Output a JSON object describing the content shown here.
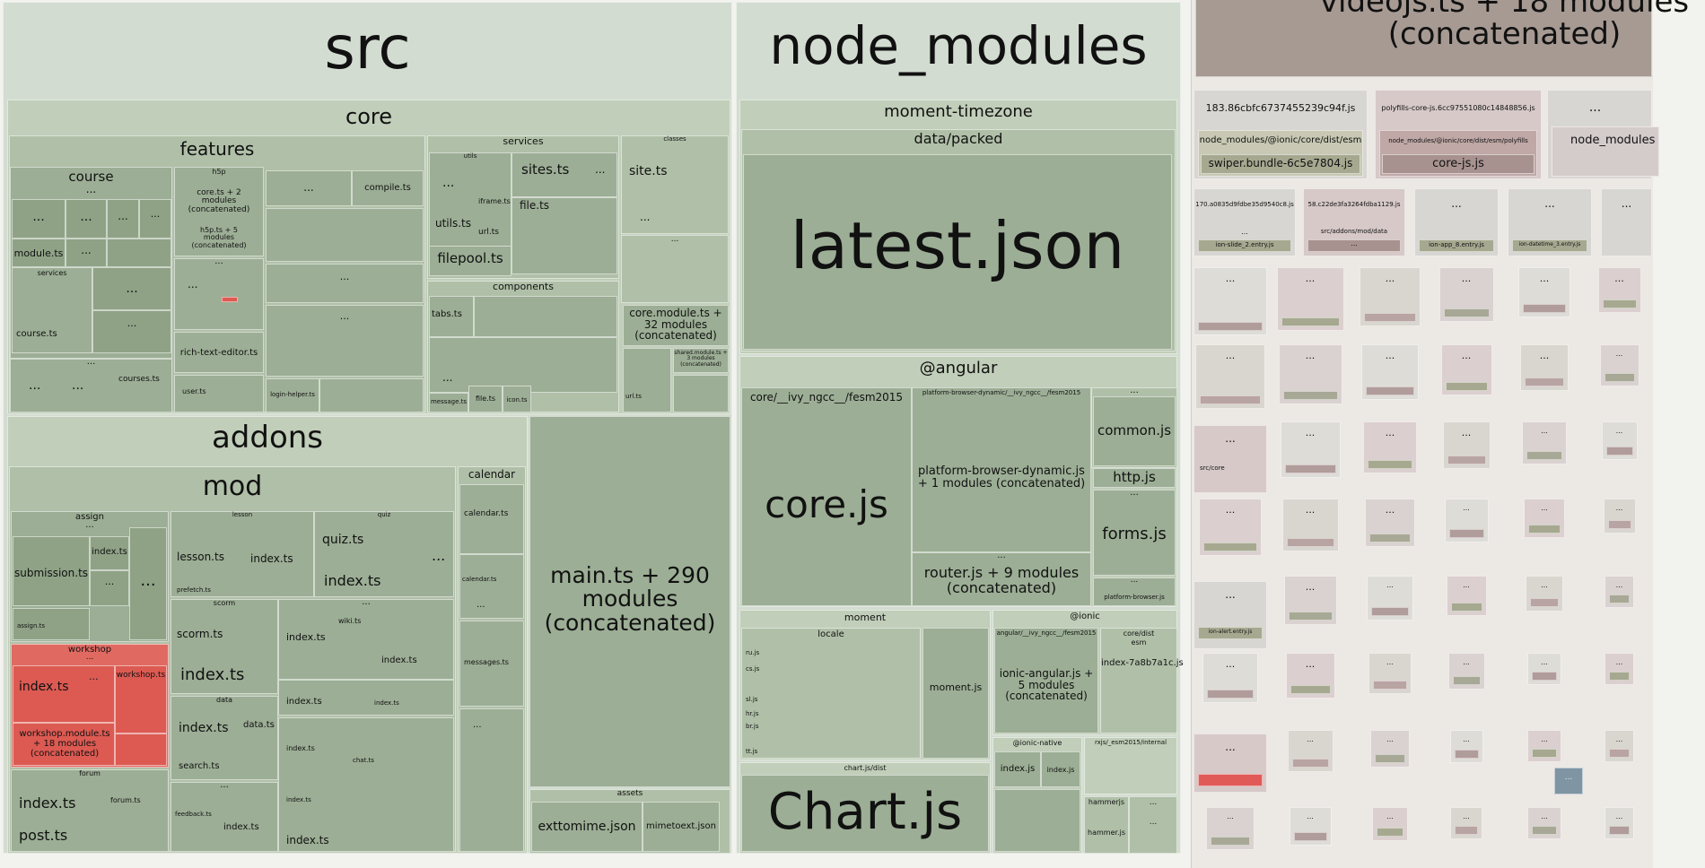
{
  "toggle": {
    "icon": "chevron-right-icon",
    "glyph": ">"
  },
  "src": {
    "title": "src",
    "core": {
      "title": "core",
      "features": {
        "title": "features",
        "course": "course",
        "h5p": "h5p",
        "core_ts": "core.ts + 2 modules (concatenated)",
        "h5p_ts": "h5p.ts + 5 modules (concatenated)",
        "compile": "compile.ts",
        "module": "module.ts",
        "services": "services",
        "course_ts": "course.ts",
        "courses_ts": "courses.ts",
        "rich_text": "rich-text-editor.ts",
        "user": "user.ts",
        "login_helper": "login-helper.ts"
      },
      "services": {
        "title": "services",
        "utils": "utils",
        "utils_ts": "utils.ts",
        "iframe": "iframe.ts",
        "url": "url.ts",
        "sites": "sites.ts",
        "file": "file.ts",
        "filepool": "filepool.ts"
      },
      "classes": {
        "title": "classes",
        "site": "site.ts"
      },
      "components": {
        "title": "components",
        "tabs": "tabs.ts",
        "message": "message.ts",
        "file": "file.ts",
        "icon": "icon.ts"
      },
      "core_module": "core.module.ts + 32 modules (concatenated)",
      "shared_module": "shared.module.ts + 3 modules (concatenated)",
      "url": "url.ts"
    },
    "addons": {
      "title": "addons",
      "mod": {
        "title": "mod",
        "assign": "assign",
        "submission": "submission.ts",
        "index": "index.ts",
        "assign_ts": "assign.ts",
        "lesson": "lesson",
        "lesson_ts": "lesson.ts",
        "prefetch": "prefetch.ts",
        "quiz": "quiz",
        "quiz_ts": "quiz.ts",
        "workshop": "workshop",
        "workshop_ts": "workshop.ts",
        "workshop_module": "workshop.module.ts + 18 modules (concatenated)",
        "scorm": "scorm",
        "scorm_ts": "scorm.ts",
        "wiki": "wiki.ts",
        "data": "data",
        "data_ts": "data.ts",
        "search": "search.ts",
        "forum": "forum",
        "forum_ts": "forum.ts",
        "post": "post.ts",
        "feedback": "feedback.ts",
        "chat": "chat.ts"
      },
      "calendar": {
        "title": "calendar",
        "calendar_ts": "calendar.ts",
        "messages": "messages.ts"
      }
    },
    "main": "main.ts + 290 modules (concatenated)",
    "assets": {
      "title": "assets",
      "exttomime": "exttomime.json",
      "mimetoext": "mimetoext.json"
    }
  },
  "node_modules": {
    "title": "node_modules",
    "moment_timezone": {
      "title": "moment-timezone",
      "packed": "data/packed",
      "latest": "latest.json"
    },
    "angular": {
      "title": "@angular",
      "core_path": "core/__ivy_ngcc__/fesm2015",
      "core_js": "core.js",
      "pbd_path": "platform-browser-dynamic/__ivy_ngcc__/fesm2015",
      "pbd": "platform-browser-dynamic.js + 1 modules (concatenated)",
      "router": "router.js + 9 modules (concatenated)",
      "common": "common.js",
      "http": "http.js",
      "forms": "forms.js",
      "platform_browser": "platform-browser.js"
    },
    "moment": {
      "title": "moment",
      "locale": "locale",
      "moment_js": "moment.js",
      "locales": [
        "ru.js",
        "cs.js",
        "sl.js",
        "hr.js",
        "br.js",
        "tt.js"
      ]
    },
    "ionic": {
      "title": "@ionic",
      "path1": "angular/__ivy_ngcc__/fesm2015",
      "ionic_angular": "ionic-angular.js + 5 modules (concatenated)",
      "core_dist": "core/dist",
      "esm": "esm",
      "index_hash": "index-7a8b7a1c.js"
    },
    "chart": {
      "path": "chart.js/dist",
      "file": "Chart.js"
    },
    "ionic_native": {
      "title": "@ionic-native",
      "index": "index.js"
    },
    "rxjs": "rxjs/_esm2015/internal",
    "hammer": {
      "title": "hammerjs",
      "file": "hammer.js"
    }
  },
  "chunks": {
    "videojs": "videojs.ts + 18 modules (concatenated)",
    "c1_name": "183.86cbfc6737455239c94f.js",
    "c1_path": "node_modules/@ionic/core/dist/esm",
    "c1_file": "swiper.bundle-6c5e7804.js",
    "c2_name": "polyfills-core-js.6cc97551080c14848856.js",
    "c2_path": "node_modules/@ionic/core/dist/esm/polyfills",
    "c2_file": "core-js.js",
    "c3_name": "node_modules",
    "r2a_name": "170.a0835d9fdbe35d9540c8.js",
    "r2a_file": "ion-slide_2.entry.js",
    "r2b_name": "58.c22de3fa3264fdba1129.js",
    "r2b_path": "src/addons/mod/data",
    "r2c_file": "ion-app_8.entry.js",
    "r2d_file": "ion-datetime_3.entry.js",
    "src_core": "src/core",
    "ion_alert": "ion-alert.entry.js"
  },
  "ellipsis": "..."
}
